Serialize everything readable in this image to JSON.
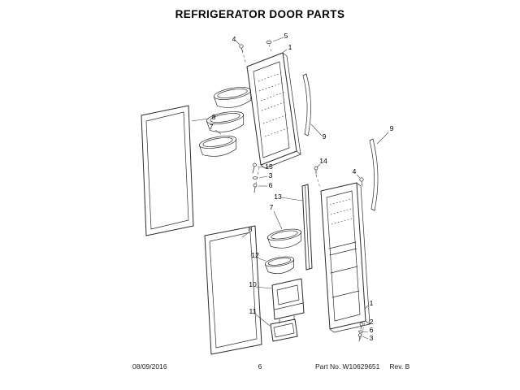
{
  "title": "REFRIGERATOR DOOR PARTS",
  "footer": {
    "date": "08/09/2016",
    "page": "6",
    "part_no": "Part No. W10629651",
    "revision": "Rev. B"
  },
  "callouts": [
    "4",
    "5",
    "1",
    "9",
    "8",
    "7",
    "15",
    "3",
    "6",
    "14",
    "9",
    "4",
    "13",
    "7",
    "8",
    "12",
    "10",
    "11",
    "1",
    "2",
    "6",
    "3"
  ]
}
